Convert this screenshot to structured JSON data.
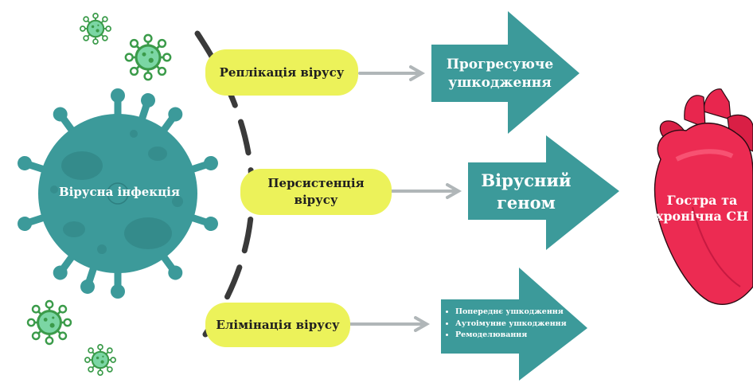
{
  "center": {
    "label": "Вірусна інфекція"
  },
  "paths": [
    {
      "label": "Реплікація вірусу",
      "outcome": "Прогресуюче ушкодження"
    },
    {
      "label": "Персистенція вірусу",
      "outcome": "Вірусний геном"
    },
    {
      "label": "Елімінація вірусу",
      "outcome_items": [
        "Попереднє ушкодження",
        "Аутоімунне ушкодження",
        "Ремоделювання"
      ]
    }
  ],
  "heart": {
    "label": "Гостра та хронічна СН"
  },
  "colors": {
    "teal": "#3c9a9a",
    "teal_dark": "#2e7f80",
    "pill": "#ecf25a",
    "heart": "#e8264e",
    "connector": "#b0b6b8"
  },
  "icons": [
    "virus-icon",
    "small-virus-icon",
    "heart-icon",
    "arrow-icon"
  ]
}
